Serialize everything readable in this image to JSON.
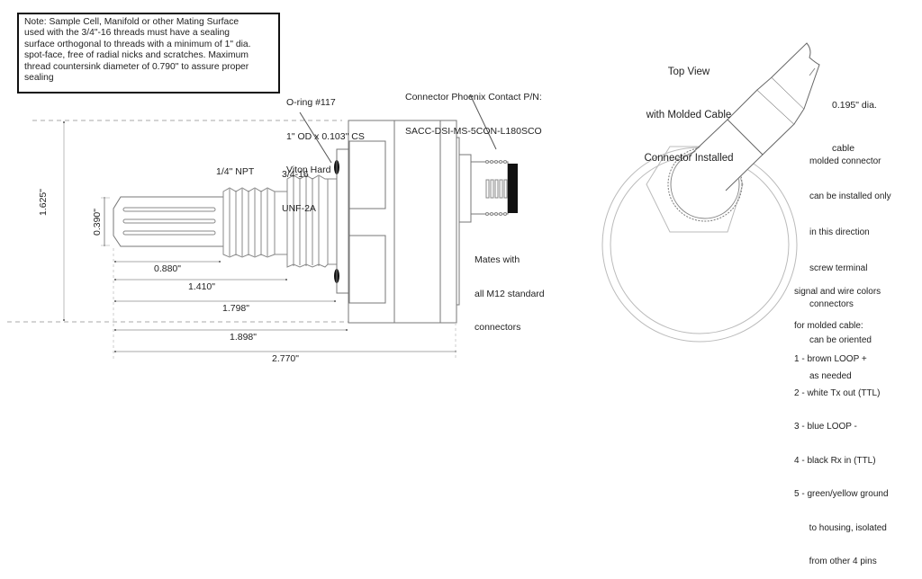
{
  "note": {
    "lines": [
      "Note: Sample Cell, Manifold or other Mating Surface",
      "used with the 3/4\"-16 threads must have a sealing",
      "surface orthogonal to threads with a minimum of 1\" dia.",
      "spot-face, free of radial nicks and scratches. Maximum",
      "thread countersink diameter of 0.790\" to assure proper",
      "sealing"
    ]
  },
  "side_view": {
    "oring_label": [
      "O-ring #117",
      "1\" OD x 0.103\" CS",
      "Viton Hard"
    ],
    "connector_label": [
      "Connector Phoenix Contact P/N:",
      "SACC-DSI-MS-5CON-L180SCO"
    ],
    "thread_label": [
      "3/4-16",
      "UNF-2A"
    ],
    "npt_label": "1/4\" NPT",
    "mates_label": [
      "Mates with",
      "all M12 standard",
      "connectors"
    ],
    "dimensions": {
      "overall_height": "1.625\"",
      "probe_diameter": "0.390\"",
      "d1": "0.880\"",
      "d2": "1.410\"",
      "d3": "1.798\"",
      "d4": "1.898\"",
      "d5": "2.770\""
    }
  },
  "top_view": {
    "title": [
      "Top View",
      "with Molded Cable",
      "Connector Installed"
    ],
    "cable_label": [
      "0.195\" dia.",
      "cable"
    ],
    "orientation_note": [
      "molded connector",
      "can be installed only",
      "in this direction",
      "screw terminal",
      "connectors",
      "can be oriented",
      "as needed"
    ],
    "wiring": {
      "heading": [
        "signal and wire colors",
        "for molded cable:"
      ],
      "pins": [
        "1 - brown LOOP +",
        "2 - white Tx out (TTL)",
        "3 - blue LOOP -",
        "4 - black Rx in (TTL)",
        "5 - green/yellow ground",
        "      to housing, isolated",
        "      from other 4 pins"
      ]
    }
  }
}
